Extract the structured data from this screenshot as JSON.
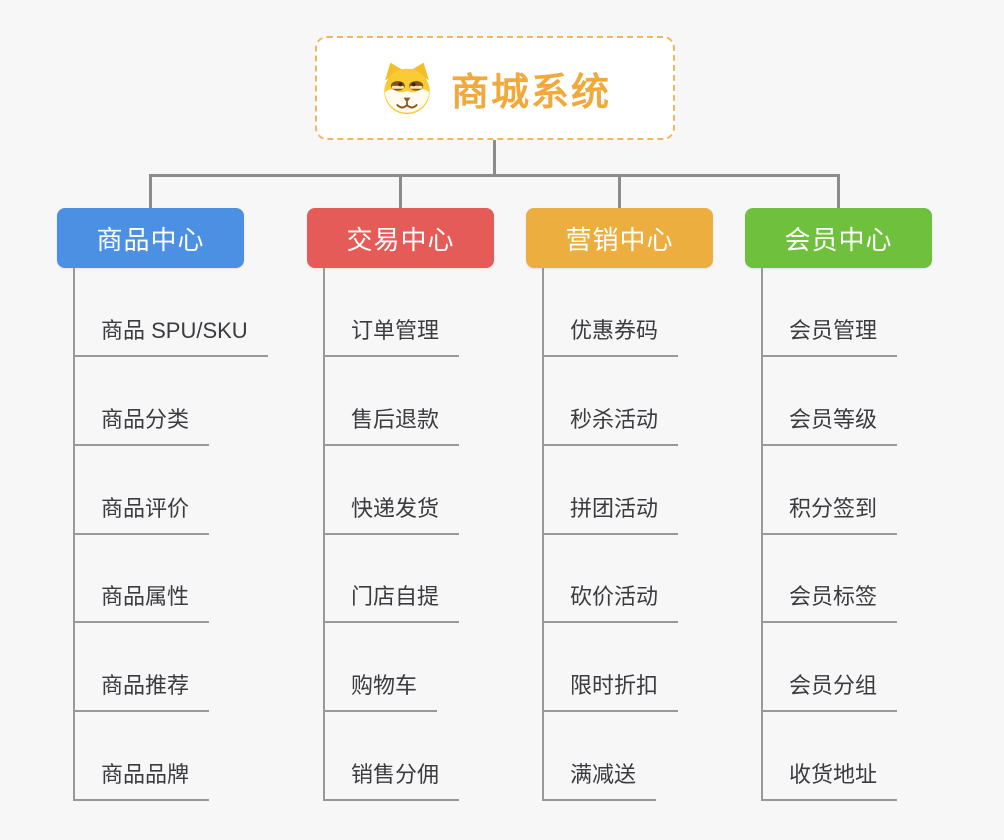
{
  "root": {
    "title": "商城系统",
    "icon": "dog-face-icon"
  },
  "branches": [
    {
      "label": "商品中心",
      "color": "#4B90E2",
      "children": [
        "商品 SPU/SKU",
        "商品分类",
        "商品评价",
        "商品属性",
        "商品推荐",
        "商品品牌"
      ]
    },
    {
      "label": "交易中心",
      "color": "#E45B57",
      "children": [
        "订单管理",
        "售后退款",
        "快递发货",
        "门店自提",
        "购物车",
        "销售分佣"
      ]
    },
    {
      "label": "营销中心",
      "color": "#ECAE3F",
      "children": [
        "优惠券码",
        "秒杀活动",
        "拼团活动",
        "砍价活动",
        "限时折扣",
        "满减送"
      ]
    },
    {
      "label": "会员中心",
      "color": "#6FC03C",
      "children": [
        "会员管理",
        "会员等级",
        "积分签到",
        "会员标签",
        "会员分组",
        "收货地址"
      ]
    }
  ],
  "colors": {
    "background": "#F7F7F7",
    "connector": "#8C8C8C",
    "leaf_line": "#999999",
    "root_border": "#F3B660",
    "root_title": "#F2A93C",
    "leaf_text": "#3B3B40"
  }
}
